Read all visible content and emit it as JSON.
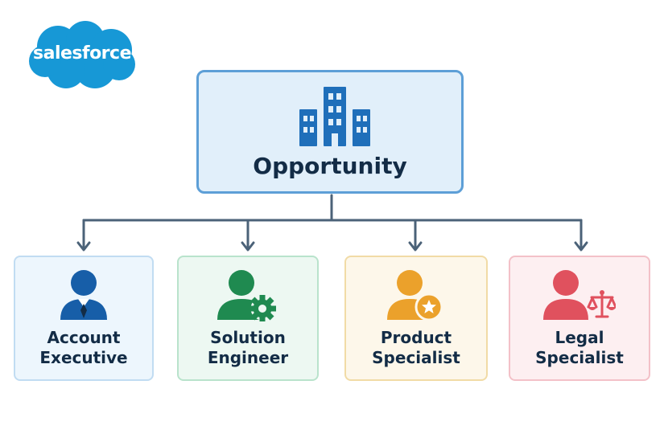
{
  "brand": {
    "logo_text": "salesforce",
    "color": "#1798d6"
  },
  "root": {
    "title": "Opportunity",
    "icon": "building-icon",
    "color": "#1f6fba"
  },
  "roles": [
    {
      "label_line1": "Account",
      "label_line2": "Executive",
      "icon": "person-tie-icon",
      "color": "#175ea8"
    },
    {
      "label_line1": "Solution",
      "label_line2": "Engineer",
      "icon": "person-gear-icon",
      "color": "#1f8a50"
    },
    {
      "label_line1": "Product",
      "label_line2": "Specialist",
      "icon": "person-star-icon",
      "color": "#eba12b"
    },
    {
      "label_line1": "Legal",
      "label_line2": "Specialist",
      "icon": "person-scales-icon",
      "color": "#e0515e"
    }
  ],
  "connector_color": "#4b6278"
}
